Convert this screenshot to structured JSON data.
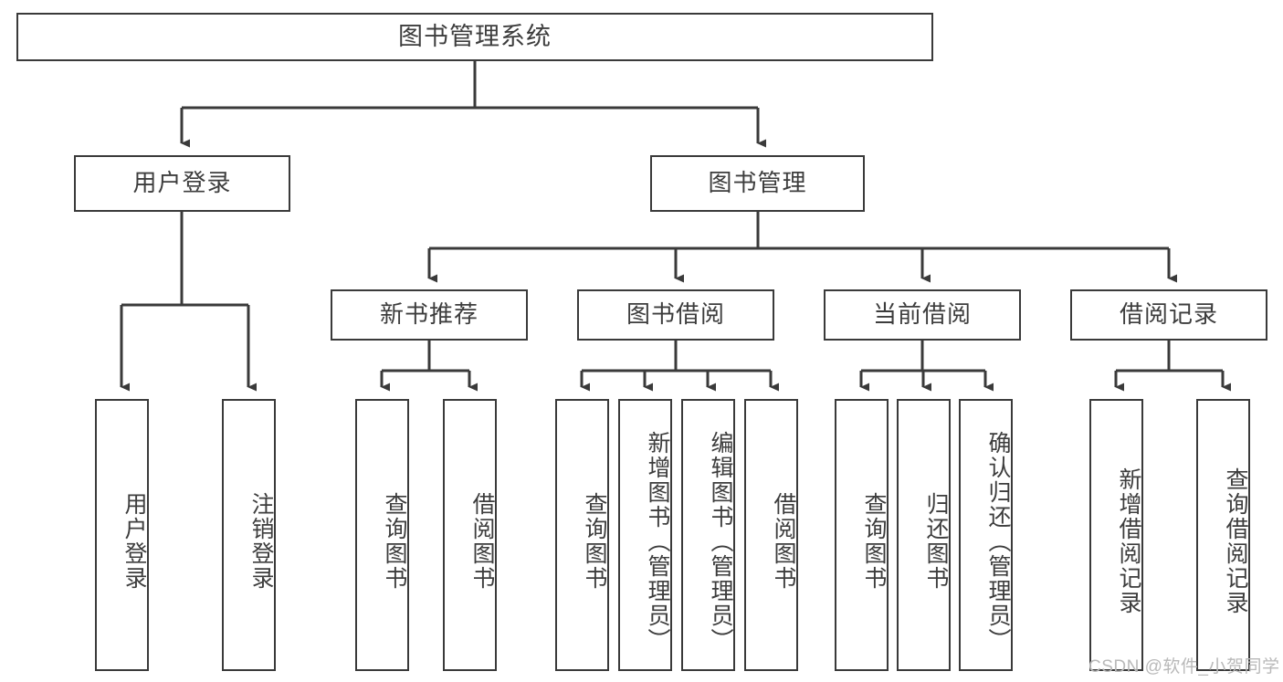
{
  "diagram": {
    "title": "图书管理系统",
    "type": "tree-hierarchy-chart",
    "root": {
      "label": "图书管理系统"
    },
    "level2": [
      {
        "label": "用户登录"
      },
      {
        "label": "图书管理"
      }
    ],
    "level3": [
      {
        "label": "新书推荐"
      },
      {
        "label": "图书借阅"
      },
      {
        "label": "当前借阅"
      },
      {
        "label": "借阅记录"
      }
    ],
    "leaves": {
      "user_login": [
        {
          "label": "用户登录"
        },
        {
          "label": "注销登录"
        }
      ],
      "new_book_recommend": [
        {
          "label": "查询图书"
        },
        {
          "label": "借阅图书"
        }
      ],
      "book_borrow": [
        {
          "label": "查询图书"
        },
        {
          "label": "新增图书（管理员）"
        },
        {
          "label": "编辑图书（管理员）"
        },
        {
          "label": "借阅图书"
        }
      ],
      "current_borrow": [
        {
          "label": "查询图书"
        },
        {
          "label": "归还图书"
        },
        {
          "label": "确认归还（管理员）"
        }
      ],
      "borrow_record": [
        {
          "label": "新增借阅记录"
        },
        {
          "label": "查询借阅记录"
        }
      ]
    }
  },
  "watermark": {
    "text": "CSDN @软件_小贺同学"
  },
  "colors": {
    "stroke": "#3a3a3a",
    "text": "#3d3d3d",
    "background": "#ffffff",
    "watermark": "#b9b9b9"
  }
}
